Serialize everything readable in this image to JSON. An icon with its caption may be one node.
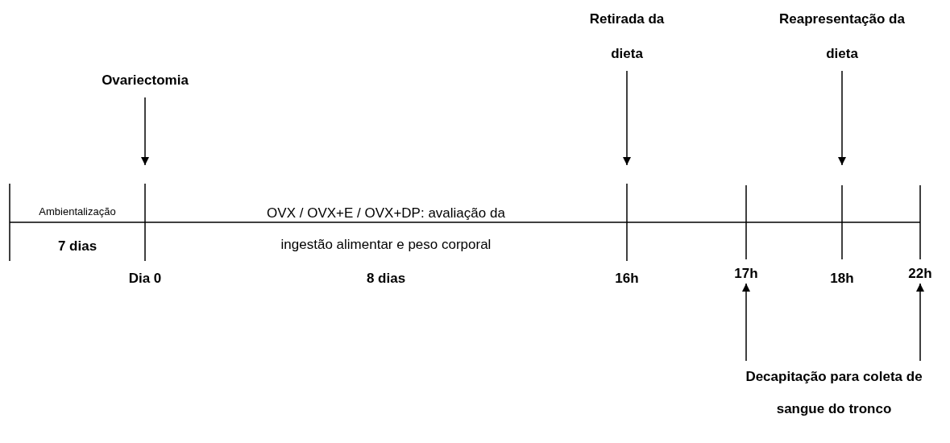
{
  "diagram": {
    "nodes": [
      {
        "text": [
          "Ovariectomia"
        ]
      },
      {
        "text": [
          "Retirada da dieta"
        ]
      },
      {
        "text": [
          "Reapresentação da dieta"
        ]
      },
      {
        "text": [
          "Decapitação para coleta de sangue do tronco"
        ]
      },
      {
        "text": [
          "17h"
        ]
      },
      {
        "text": [
          "22h"
        ]
      }
    ],
    "edges": [
      {
        "from": 0,
        "to": null,
        "arrow": "to"
      },
      {
        "from": 1,
        "to": null,
        "arrow": "to"
      },
      {
        "from": 2,
        "to": null,
        "arrow": "to"
      },
      {
        "from": 3,
        "to": 4,
        "arrow": "to"
      },
      {
        "from": 3,
        "to": 5,
        "arrow": "to"
      }
    ],
    "labels": [
      "Ambientalização",
      "7 dias",
      "OVX / OVX+E / OVX+DP: avaliação da ingestão alimentar e peso corporal",
      "Dia 0",
      "8 dias",
      "16h",
      "18h"
    ]
  }
}
